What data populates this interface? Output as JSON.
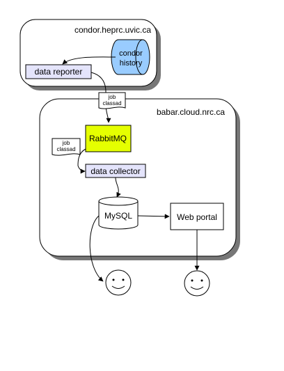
{
  "condor_host": {
    "label": "condor.heprc.uvic.ca"
  },
  "condor_history": {
    "line1": "condor",
    "line2": "history"
  },
  "data_reporter": {
    "label": "data reporter"
  },
  "job_classad_top": {
    "line1": "job",
    "line2": "classad"
  },
  "babar_host": {
    "label": "babar.cloud.nrc.ca"
  },
  "rabbitmq": {
    "label": "RabbitMQ",
    "fill": "#e5ff00"
  },
  "job_classad_left": {
    "line1": "job",
    "line2": "classad"
  },
  "data_collector": {
    "label": "data collector",
    "fill": "#e4e4fb"
  },
  "mysql": {
    "label": "MySQL"
  },
  "web_portal": {
    "label": "Web portal"
  },
  "colors": {
    "cylinder_fill": "#99ccff",
    "box_fill": "#e4e4fb",
    "container_shadow": "#777777",
    "line": "#000000"
  }
}
